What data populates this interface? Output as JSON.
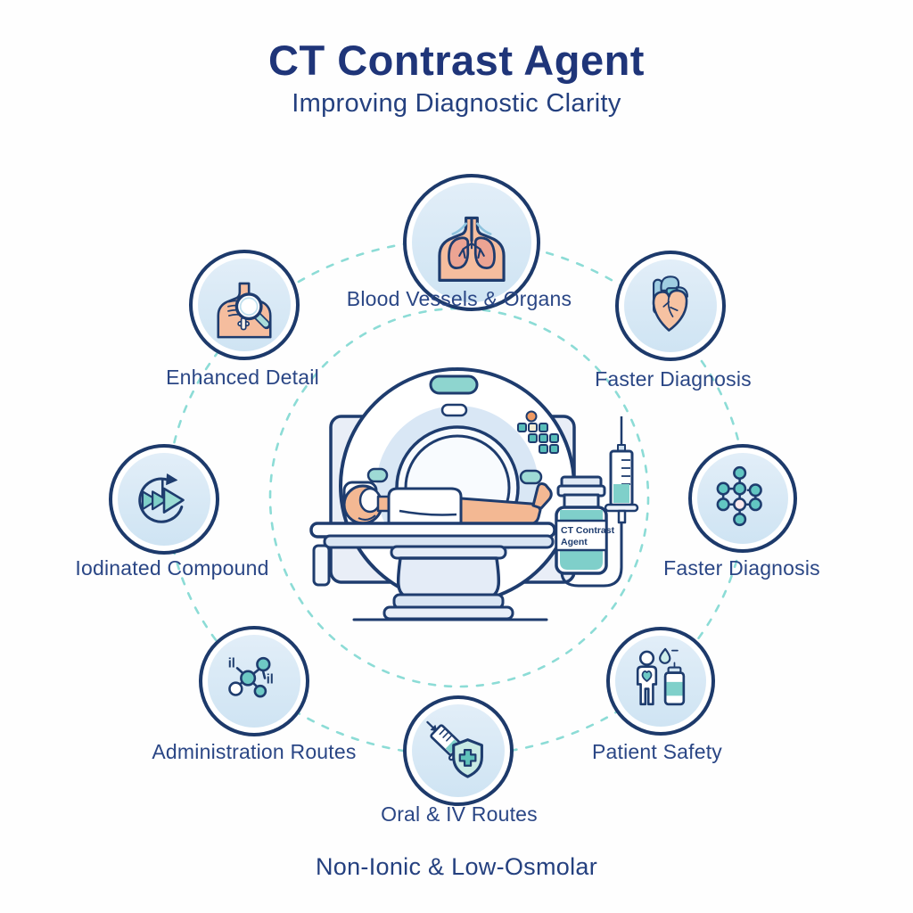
{
  "header": {
    "title": "CT Contrast Agent",
    "subtitle": "Improving Diagnostic Clarity"
  },
  "nodes": [
    {
      "id": "blood-vessels-organs",
      "label": "Blood Vessels & Organs",
      "icon": "lungs-torso-icon"
    },
    {
      "id": "enhanced-detail",
      "label": "Enhanced Detail",
      "icon": "magnifier-body-icon"
    },
    {
      "id": "faster-diagnosis-top",
      "label": "Faster Diagnosis",
      "icon": "anatomical-heart-icon"
    },
    {
      "id": "iodinated-compound",
      "label": "Iodinated Compound",
      "icon": "fast-forward-cycle-icon"
    },
    {
      "id": "faster-diagnosis-right",
      "label": "Faster Diagnosis",
      "icon": "molecule-network-icon"
    },
    {
      "id": "administration-routes",
      "label": "Administration Routes",
      "icon": "iodine-molecule-icon"
    },
    {
      "id": "oral-iv-routes",
      "label": "Oral & IV Routes",
      "icon": "syringe-shield-icon"
    },
    {
      "id": "patient-safety",
      "label": "Patient Safety",
      "icon": "patient-vial-icon"
    }
  ],
  "center": {
    "bottle_label_line1": "CT Contrast",
    "bottle_label_line2": "Agent"
  },
  "molecule_text": {
    "left": "il",
    "right": "il"
  },
  "footer": {
    "tagline": "Non-Ionic & Low-Osmolar"
  },
  "colors": {
    "navy": "#1d3a6b",
    "label_text": "#2a4685",
    "teal": "#7fd0ca",
    "dash_teal": "#8cdcd6",
    "skin": "#f3b893",
    "lung_pink": "#eca493",
    "light_blue_fill": "#d7e8f5",
    "panel_blue": "#e9eef7",
    "orange_dot": "#f09a62"
  }
}
